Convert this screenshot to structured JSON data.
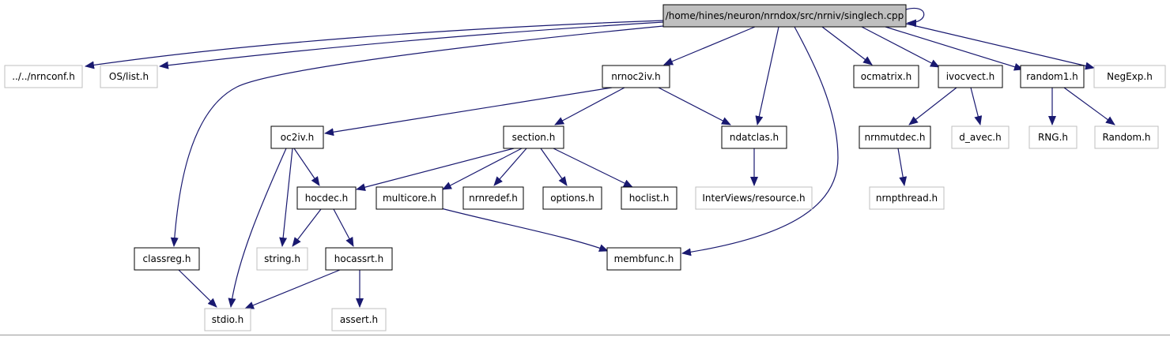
{
  "diagram": {
    "colors": {
      "edge": "#191970",
      "root_fill": "#bfbfbf",
      "documented_border": "#000000",
      "undocumented_border": "#bfbfbf",
      "text": "#000000"
    },
    "nodes": [
      {
        "id": "singlech",
        "label": "/home/hines/neuron/nrndox/src/nrniv/singlech.cpp",
        "kind": "root"
      },
      {
        "id": "nrnconf",
        "label": "../../nrnconf.h",
        "kind": "undocumented"
      },
      {
        "id": "oslist",
        "label": "OS/list.h",
        "kind": "undocumented"
      },
      {
        "id": "nrnoc2iv",
        "label": "nrnoc2iv.h",
        "kind": "documented"
      },
      {
        "id": "ocmatrix",
        "label": "ocmatrix.h",
        "kind": "documented"
      },
      {
        "id": "ivocvect",
        "label": "ivocvect.h",
        "kind": "documented"
      },
      {
        "id": "random1",
        "label": "random1.h",
        "kind": "documented"
      },
      {
        "id": "negexp",
        "label": "NegExp.h",
        "kind": "undocumented"
      },
      {
        "id": "oc2iv",
        "label": "oc2iv.h",
        "kind": "documented"
      },
      {
        "id": "section",
        "label": "section.h",
        "kind": "documented"
      },
      {
        "id": "ndatclas",
        "label": "ndatclas.h",
        "kind": "documented"
      },
      {
        "id": "nrnmutdec",
        "label": "nrnmutdec.h",
        "kind": "documented"
      },
      {
        "id": "davec",
        "label": "d_avec.h",
        "kind": "undocumented"
      },
      {
        "id": "rng",
        "label": "RNG.h",
        "kind": "undocumented"
      },
      {
        "id": "random",
        "label": "Random.h",
        "kind": "undocumented"
      },
      {
        "id": "hocdec",
        "label": "hocdec.h",
        "kind": "documented"
      },
      {
        "id": "multicore",
        "label": "multicore.h",
        "kind": "documented"
      },
      {
        "id": "nrnredef",
        "label": "nrnredef.h",
        "kind": "documented"
      },
      {
        "id": "options",
        "label": "options.h",
        "kind": "documented"
      },
      {
        "id": "hoclist",
        "label": "hoclist.h",
        "kind": "documented"
      },
      {
        "id": "resource",
        "label": "InterViews/resource.h",
        "kind": "undocumented"
      },
      {
        "id": "nrnpthread",
        "label": "nrnpthread.h",
        "kind": "undocumented"
      },
      {
        "id": "classreg",
        "label": "classreg.h",
        "kind": "documented"
      },
      {
        "id": "string",
        "label": "string.h",
        "kind": "undocumented"
      },
      {
        "id": "hocassrt",
        "label": "hocassrt.h",
        "kind": "documented"
      },
      {
        "id": "membfunc",
        "label": "membfunc.h",
        "kind": "documented"
      },
      {
        "id": "stdio",
        "label": "stdio.h",
        "kind": "undocumented"
      },
      {
        "id": "assert",
        "label": "assert.h",
        "kind": "undocumented"
      }
    ],
    "edges": [
      [
        "singlech",
        "singlech"
      ],
      [
        "singlech",
        "nrnconf"
      ],
      [
        "singlech",
        "oslist"
      ],
      [
        "singlech",
        "classreg"
      ],
      [
        "singlech",
        "nrnoc2iv"
      ],
      [
        "singlech",
        "ndatclas"
      ],
      [
        "singlech",
        "membfunc"
      ],
      [
        "singlech",
        "ocmatrix"
      ],
      [
        "singlech",
        "ivocvect"
      ],
      [
        "singlech",
        "random1"
      ],
      [
        "singlech",
        "negexp"
      ],
      [
        "nrnoc2iv",
        "oc2iv"
      ],
      [
        "nrnoc2iv",
        "section"
      ],
      [
        "nrnoc2iv",
        "ndatclas"
      ],
      [
        "ivocvect",
        "nrnmutdec"
      ],
      [
        "ivocvect",
        "davec"
      ],
      [
        "random1",
        "rng"
      ],
      [
        "random1",
        "random"
      ],
      [
        "oc2iv",
        "hocdec"
      ],
      [
        "oc2iv",
        "string"
      ],
      [
        "oc2iv",
        "stdio"
      ],
      [
        "section",
        "hocdec"
      ],
      [
        "section",
        "multicore"
      ],
      [
        "section",
        "nrnredef"
      ],
      [
        "section",
        "options"
      ],
      [
        "section",
        "hoclist"
      ],
      [
        "ndatclas",
        "resource"
      ],
      [
        "nrnmutdec",
        "nrnpthread"
      ],
      [
        "hocdec",
        "string"
      ],
      [
        "hocdec",
        "hocassrt"
      ],
      [
        "multicore",
        "membfunc"
      ],
      [
        "classreg",
        "stdio"
      ],
      [
        "hocassrt",
        "stdio"
      ],
      [
        "hocassrt",
        "assert"
      ]
    ]
  }
}
